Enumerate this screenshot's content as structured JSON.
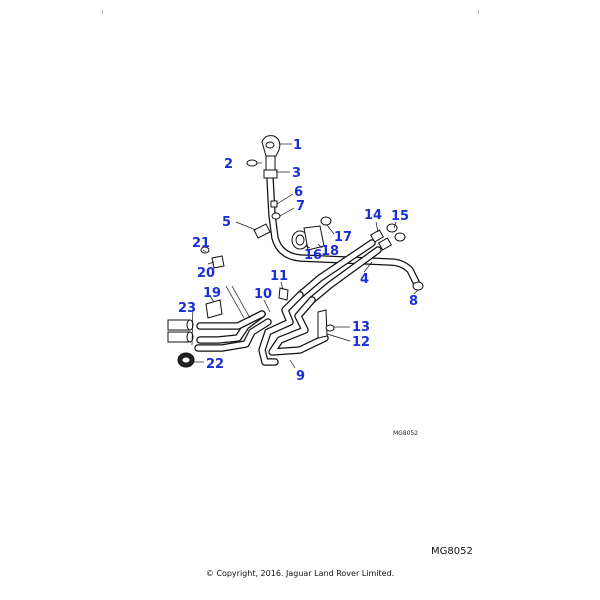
{
  "diagram": {
    "code_small": "MG8052",
    "code": "MG8052",
    "copyright": "© Copyright, 2016. Jaguar Land Rover Limited.",
    "accent_color": "#1a2fd6"
  },
  "callouts": {
    "c1": "1",
    "c2": "2",
    "c3": "3",
    "c4": "4",
    "c5": "5",
    "c6": "6",
    "c7": "7",
    "c8": "8",
    "c9": "9",
    "c10": "10",
    "c11": "11",
    "c12": "12",
    "c13": "13",
    "c14": "14",
    "c15": "15",
    "c16": "16",
    "c17": "17",
    "c18": "18",
    "c19": "19",
    "c20": "20",
    "c21": "21",
    "c22": "22",
    "c23": "23"
  }
}
